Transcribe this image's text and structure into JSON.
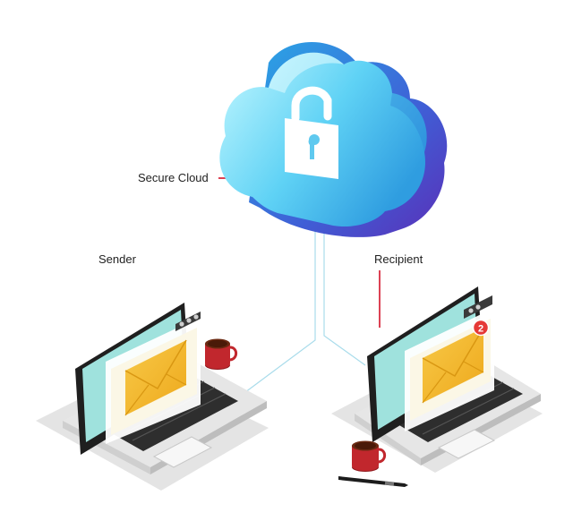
{
  "labels": {
    "cloud": "Secure Cloud",
    "sender": "Sender",
    "recipient": "Recipient"
  },
  "notification": {
    "count": "2"
  },
  "icons": {
    "cloud": "cloud-icon",
    "lock": "padlock-icon",
    "envelope": "envelope-icon",
    "mug": "coffee-mug-icon",
    "pen": "pen-icon"
  },
  "colors": {
    "cloud_light": "#b4f4ff",
    "cloud_mid": "#4fc3f7",
    "cloud_dark": "#3a3fc4",
    "pointer_line": "#d0021b",
    "connector": "#a9dceb",
    "screen": "#9fe2dd",
    "envelope": "#f4b41f",
    "mug": "#c1272d",
    "badge": "#e53935"
  }
}
